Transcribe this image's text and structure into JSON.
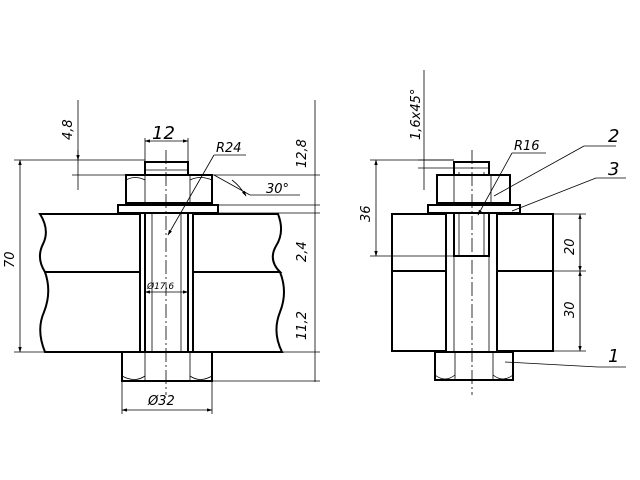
{
  "left_view": {
    "dims": {
      "bolt_width": "12",
      "radius": "R24",
      "angle": "30°",
      "end_length": "4,8",
      "nut_height": "12,8",
      "washer_thickness": "2,4",
      "bottom_protrusion": "11,2",
      "total_length": "70",
      "hole_diameter": "Ø17,6",
      "nut_diameter": "Ø32"
    }
  },
  "right_view": {
    "dims": {
      "chamfer": "1,6x45°",
      "radius": "R16",
      "thread_length": "36",
      "upper_plate": "20",
      "lower_plate": "30"
    },
    "callouts": [
      "2",
      "3",
      "1"
    ]
  }
}
